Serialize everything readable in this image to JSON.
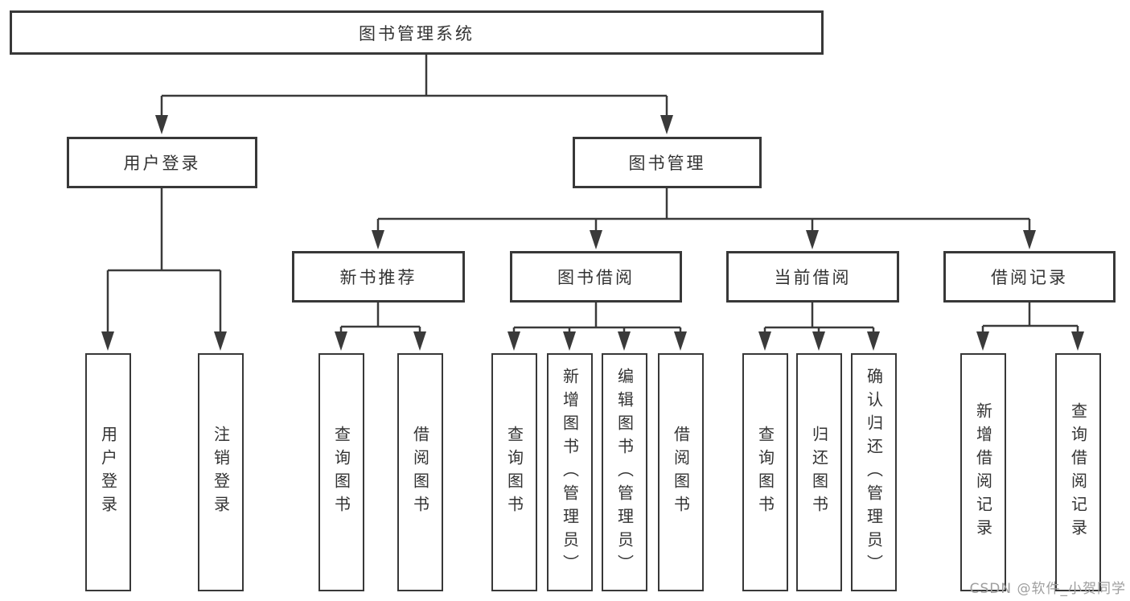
{
  "nodes": {
    "root": {
      "label": "图书管理系统"
    },
    "level2": [
      {
        "label": "用户登录"
      },
      {
        "label": "图书管理"
      }
    ],
    "level3": [
      {
        "label": "新书推荐",
        "parent": "图书管理"
      },
      {
        "label": "图书借阅",
        "parent": "图书管理"
      },
      {
        "label": "当前借阅",
        "parent": "图书管理"
      },
      {
        "label": "借阅记录",
        "parent": "图书管理"
      }
    ],
    "leaves": [
      {
        "label": "用户登录",
        "parent": "用户登录"
      },
      {
        "label": "注销登录",
        "parent": "用户登录"
      },
      {
        "label": "查询图书",
        "parent": "新书推荐"
      },
      {
        "label": "借阅图书",
        "parent": "新书推荐"
      },
      {
        "label": "查询图书",
        "parent": "图书借阅"
      },
      {
        "label": "新增图书（管理员）",
        "parent": "图书借阅"
      },
      {
        "label": "编辑图书（管理员）",
        "parent": "图书借阅"
      },
      {
        "label": "借阅图书",
        "parent": "图书借阅"
      },
      {
        "label": "查询图书",
        "parent": "当前借阅"
      },
      {
        "label": "归还图书",
        "parent": "当前借阅"
      },
      {
        "label": "确认归还（管理员）",
        "parent": "当前借阅"
      },
      {
        "label": "新增借阅记录",
        "parent": "借阅记录"
      },
      {
        "label": "查询借阅记录",
        "parent": "借阅记录"
      }
    ]
  },
  "watermark": {
    "text": "CSDN @软件_小贺同学"
  },
  "colors": {
    "line": "#3a3a3a",
    "border": "#383838",
    "text": "#333333",
    "box_fill": "#ffffff",
    "background": "#ffffff",
    "watermark": "#9e9e9e"
  }
}
